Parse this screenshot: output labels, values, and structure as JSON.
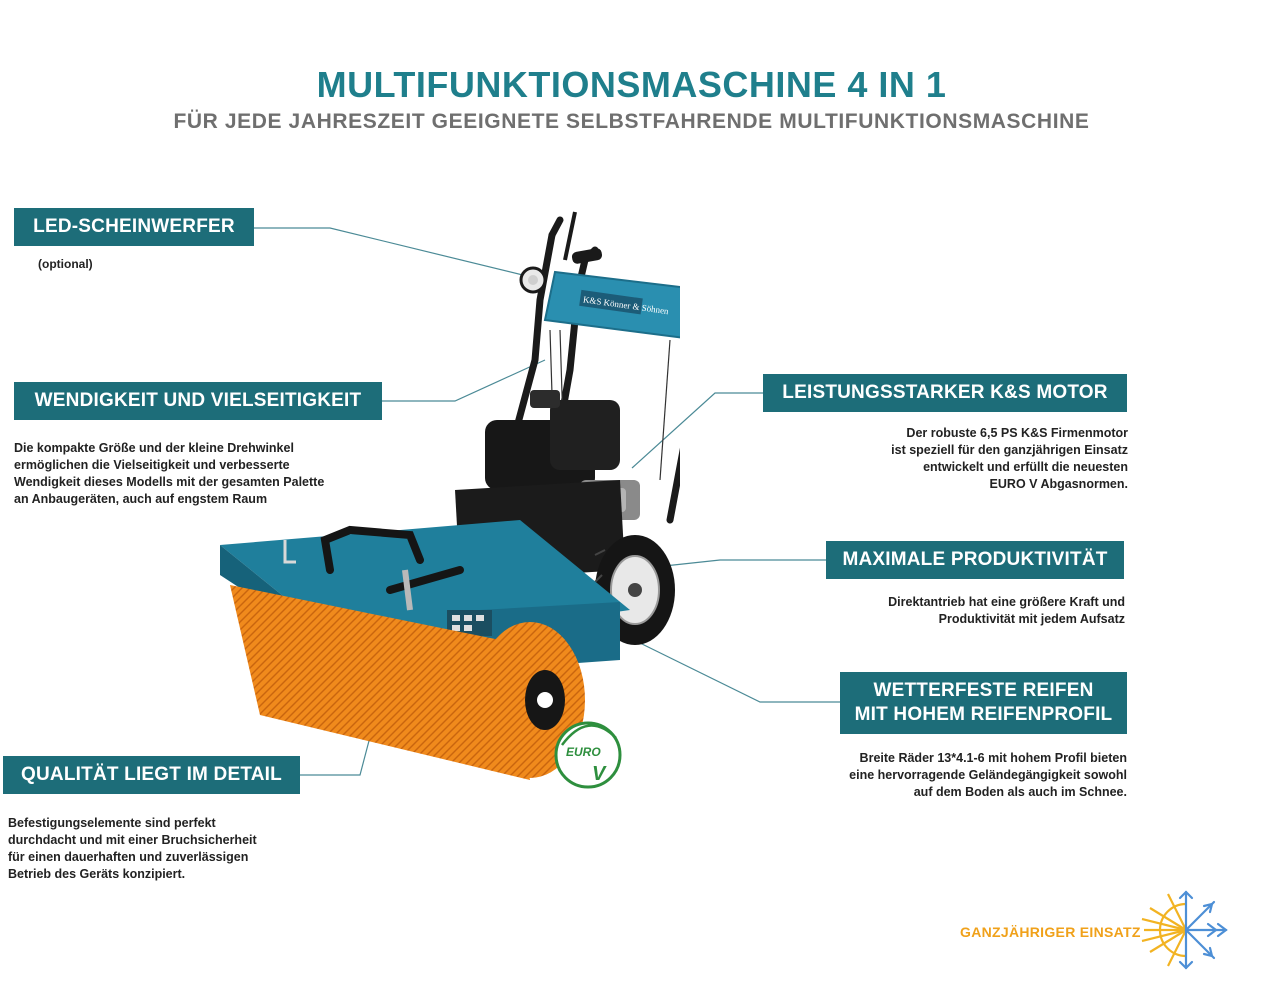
{
  "header": {
    "title": "MULTIFUNKTIONSMASCHINE 4 IN 1",
    "subtitle": "FÜR JEDE JAHRESZEIT GEEIGNETE SELBSTFAHRENDE MULTIFUNKTIONSMASCHINE"
  },
  "features": {
    "led": {
      "label": "LED-SCHEINWERFER",
      "note": "(optional)"
    },
    "agility": {
      "label": "WENDIGKEIT UND VIELSEITIGKEIT",
      "text": [
        "Die kompakte Größe und der kleine Drehwinkel",
        "ermöglichen die Vielseitigkeit und verbesserte",
        "Wendigkeit dieses Modells mit der gesamten Palette",
        "an Anbaugeräten, auch auf engstem Raum"
      ]
    },
    "quality": {
      "label": "QUALITÄT LIEGT IM DETAIL",
      "text": [
        "Befestigungselemente sind perfekt",
        "durchdacht und mit einer Bruchsicherheit",
        "für einen dauerhaften und zuverlässigen",
        "Betrieb des Geräts konzipiert."
      ]
    },
    "motor": {
      "label": "LEISTUNGSSTARKER K&S MOTOR",
      "text": [
        "Der robuste 6,5 PS K&S Firmenmotor",
        "ist speziell für den ganzjährigen Einsatz",
        "entwickelt und erfüllt die neuesten",
        "EURO V Abgasnormen."
      ]
    },
    "productivity": {
      "label": "MAXIMALE PRODUKTIVITÄT",
      "text": [
        "Direktantrieb hat eine größere Kraft und",
        "Produktivität mit jedem Aufsatz"
      ]
    },
    "tires": {
      "label_line1": "WETTERFESTE REIFEN",
      "label_line2": "MIT HOHEM REIFENPROFIL",
      "text": [
        "Breite Räder 13*4.1-6 mit hohem Profil bieten",
        "eine hervorragende Geländegängigkeit sowohl",
        "auf dem Boden als auch im Schnee."
      ]
    }
  },
  "machine": {
    "brand_plate": "K&S Könner & Söhnen",
    "euro_badge_top": "EURO",
    "euro_badge_bottom": "V"
  },
  "footer": {
    "season_label": "GANZJÄHRIGER EINSATZ"
  },
  "colors": {
    "accent_teal": "#1d6d79",
    "title_teal": "#1f7f8c",
    "machine_blue": "#2a8fb0",
    "brush_orange": "#f08a1c",
    "sun_yellow": "#f2b322",
    "snow_blue": "#4d8fd6"
  },
  "icons": [
    "sun-icon",
    "snowflake-icon",
    "euro-v-badge-icon",
    "led-headlight-icon"
  ]
}
